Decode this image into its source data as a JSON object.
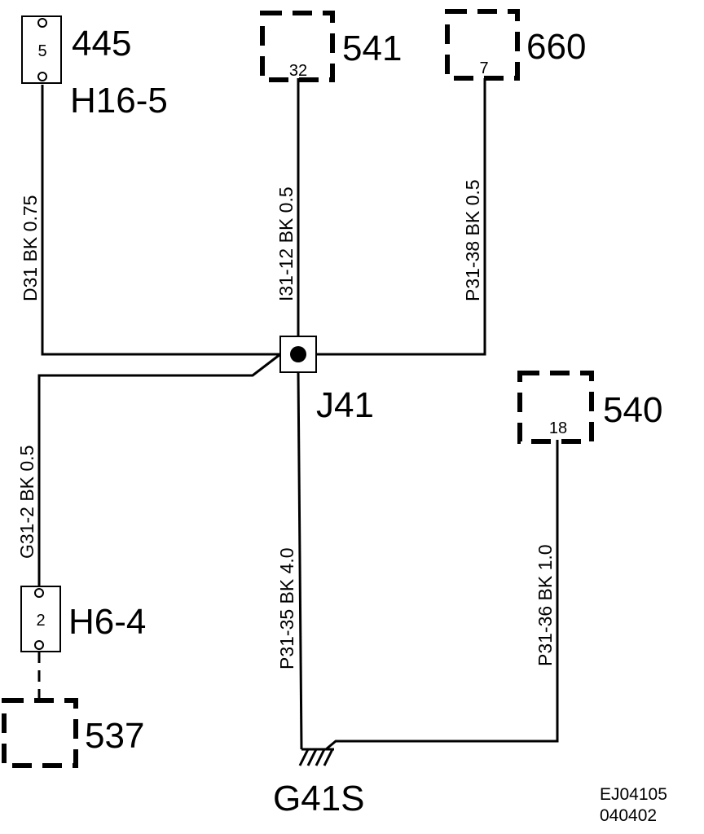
{
  "components": {
    "c445": {
      "id": "445",
      "connector": "H16-5",
      "pin": "5"
    },
    "c541": {
      "id": "541",
      "pin": "32"
    },
    "c660": {
      "id": "660",
      "pin": "7"
    },
    "c540": {
      "id": "540",
      "pin": "18"
    },
    "c537": {
      "id": "537"
    },
    "h6": {
      "connector": "H6-4",
      "pin": "2"
    },
    "splice": {
      "id": "J41"
    },
    "ground": {
      "id": "G41S"
    }
  },
  "wires": {
    "d31": {
      "label": "D31   BK   0.75"
    },
    "i31": {
      "label": "I31-12   BK   0.5"
    },
    "p3138": {
      "label": "P31-38   BK   0.5"
    },
    "g312": {
      "label": "G31-2   BK   0.5"
    },
    "p3135": {
      "label": "P31-35   BK   4.0"
    },
    "p3136": {
      "label": "P31-36   BK   1.0"
    }
  },
  "footer": {
    "code": "EJ04105",
    "date": "040402"
  }
}
